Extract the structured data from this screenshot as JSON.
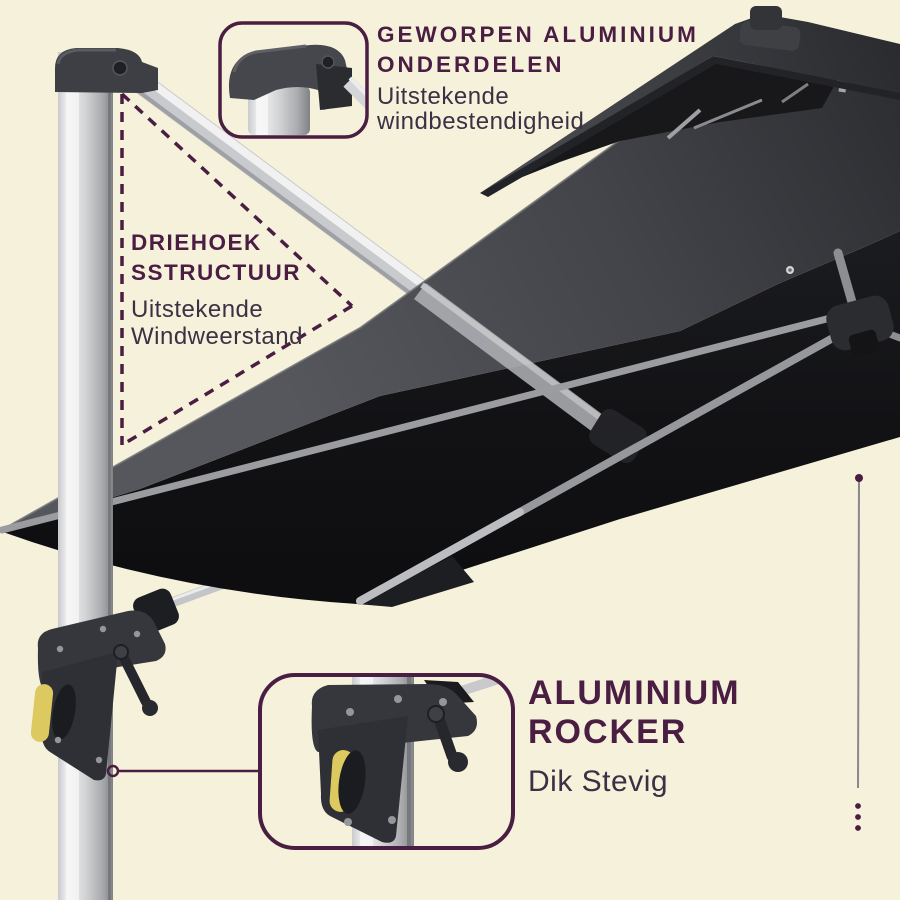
{
  "page": {
    "type": "product-feature-infographic",
    "language": "nl",
    "subject": "cantilever-parasol"
  },
  "colors": {
    "background": "#f6f1db",
    "accent_purple": "#4a1d42",
    "body_text": "#3a3144",
    "canopy_black": "#121215",
    "canopy_gray": "#4e4f54",
    "top_tier_gray": "#3a3b40",
    "rib_gray": "#a8a9ad",
    "pole_silver": "#d9dadc",
    "rocker_dark": "#303238",
    "handle_yellow": "#dcc95f",
    "leader_line_gray": "#8b8590"
  },
  "callouts": [
    {
      "id": "cast-aluminium-parts",
      "title_lines": [
        "GEWORPEN ALUMINIUM",
        "ONDERDELEN"
      ],
      "subtitle_lines": [
        "Uitstekende",
        "windbestendigheid"
      ]
    },
    {
      "id": "triangle-structure",
      "title_lines": [
        "DRIEHOEK",
        "SSTRUCTUUR"
      ],
      "subtitle_lines": [
        "Uitstekende",
        "Windweerstand"
      ]
    },
    {
      "id": "aluminium-rocker",
      "title_lines": [
        "ALUMINIUM",
        "ROCKER"
      ],
      "subtitle_lines": [
        "Dik Stevig"
      ]
    }
  ]
}
